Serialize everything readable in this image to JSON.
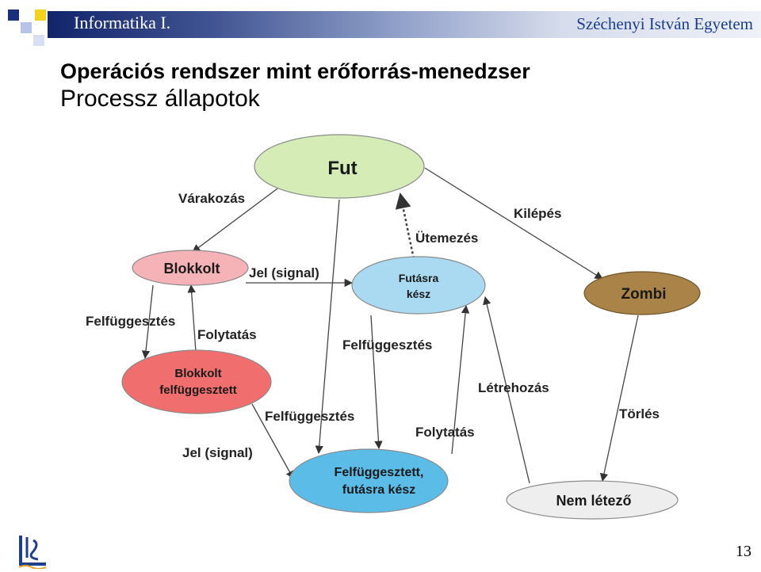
{
  "header": {
    "course": "Informatika I.",
    "university": "Széchenyi István Egyetem",
    "accent_colors": [
      "#12246a",
      "#1a3d8f"
    ]
  },
  "slide": {
    "title": "Operációs rendszer mint erőforrás-menedzser",
    "subtitle": "Processz állapotok",
    "page_number": "13"
  },
  "diagram": {
    "nodes": {
      "fut": {
        "label": "Fut",
        "color": "#d6ecb6"
      },
      "blokkolt": {
        "label": "Blokkolt",
        "color": "#f6b3b7"
      },
      "futasra_kesz": {
        "line1": "Futásra",
        "line2": "kész",
        "color": "#a9daf2"
      },
      "zombi": {
        "label": "Zombi",
        "color": "#a98347"
      },
      "blokkolt_felf": {
        "line1": "Blokkolt",
        "line2": "felfüggesztett",
        "color": "#f06e6e"
      },
      "felf_futasra_kesz": {
        "line1": "Felfüggesztett,",
        "line2": "futásra kész",
        "color": "#5bbce7"
      },
      "nem_letezo": {
        "label": "Nem létező",
        "color": "#eeeeee"
      }
    },
    "edges": {
      "varakozas": "Várakozás",
      "utemezes": "Ütemezés",
      "kilepes": "Kilépés",
      "jel_signal_1": "Jel (signal)",
      "felfuggesztes_1": "Felfüggesztés",
      "folytatas_1": "Folytatás",
      "felfuggesztes_2": "Felfüggesztés",
      "letrehozas": "Létrehozás",
      "torles": "Törlés",
      "felfuggesztes_3": "Felfüggesztés",
      "folytatas_2": "Folytatás",
      "jel_signal_2": "Jel (signal)"
    }
  }
}
